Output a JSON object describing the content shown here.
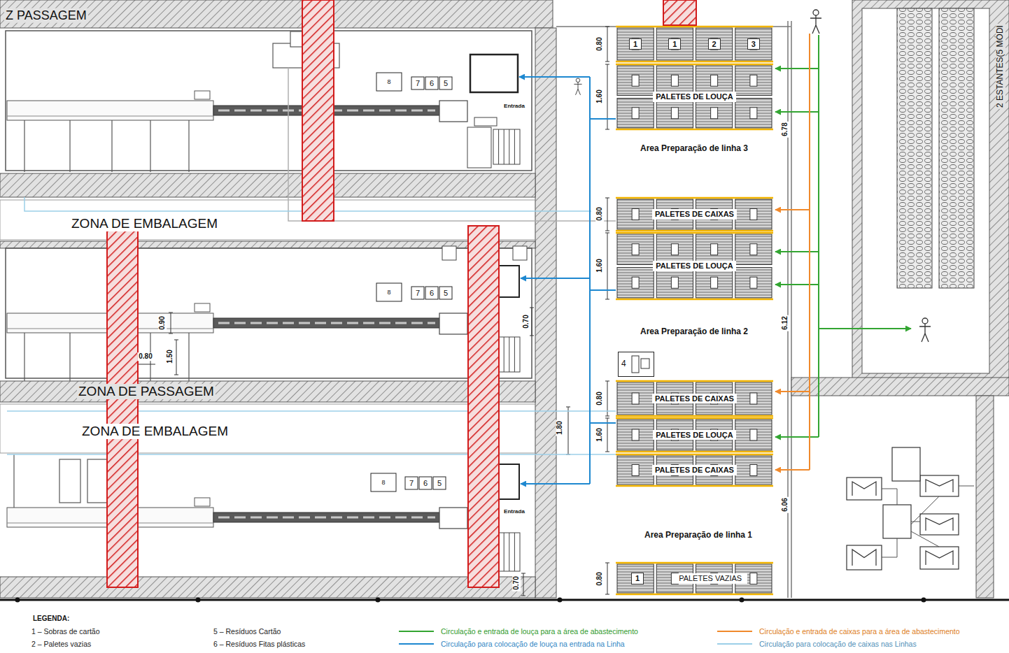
{
  "diagram": {
    "nodes": [
      {
        "text": [
          "1",
          "1",
          "2",
          "3"
        ]
      },
      {
        "text": [
          "PALETES DE LOUÇA"
        ]
      },
      {
        "text": [
          "8"
        ]
      },
      {
        "text": [
          "7"
        ]
      },
      {
        "text": [
          "6"
        ]
      },
      {
        "text": [
          "5"
        ]
      },
      {
        "text": [
          "PALETES DE CAIXAS"
        ]
      },
      {
        "text": [
          "PALETES DE LOUÇA"
        ]
      },
      {
        "text": [
          "8"
        ]
      },
      {
        "text": [
          "7"
        ]
      },
      {
        "text": [
          "6"
        ]
      },
      {
        "text": [
          "5"
        ]
      },
      {
        "text": [
          "4"
        ]
      },
      {
        "text": [
          "PALETES DE CAIXAS"
        ]
      },
      {
        "text": [
          "PALETES DE LOUÇA"
        ]
      },
      {
        "text": [
          "PALETES DE CAIXAS"
        ]
      },
      {
        "text": [
          "8"
        ]
      },
      {
        "text": [
          "7"
        ]
      },
      {
        "text": [
          "6"
        ]
      },
      {
        "text": [
          "5"
        ]
      },
      {
        "text": [
          "1",
          "PALETES VAZIAS"
        ]
      }
    ],
    "labels": [
      "Z PASSAGEM",
      "ZONA DE EMBALAGEM",
      "ZONA DE PASSAGEM",
      "ZONA DE EMBALAGEM",
      "Entrada",
      "Area Preparação de linha 3",
      "Area Preparação de linha 2",
      "Area Preparação de linha 1",
      "0.80",
      "1.60",
      "6.78",
      "0.80",
      "1.60",
      "6.12",
      "0.90",
      "0.70",
      "0.80",
      "1.50",
      "0.80",
      "1.80",
      "1.60",
      "6.06",
      "Entrada",
      "0.80",
      "0.70",
      "2 ESTANTES(5 MÓDI",
      "LEGENDA:"
    ],
    "legend": [
      {
        "text": "1 – Sobras de cartão"
      },
      {
        "text": "2 – Paletes vazias"
      },
      {
        "text": "5 – Resíduos Cartão"
      },
      {
        "text": "6 – Resíduos Fitas plásticas"
      },
      {
        "text": "Circulação e entrada de louça para a área de abastecimento"
      },
      {
        "text": "Circulação para colocação de louça na entrada na Linha"
      },
      {
        "text": "Circulação e entrada de caixas para a área de abastecimento"
      },
      {
        "text": "Circulação para colocação de caixas nas Linhas"
      }
    ]
  }
}
